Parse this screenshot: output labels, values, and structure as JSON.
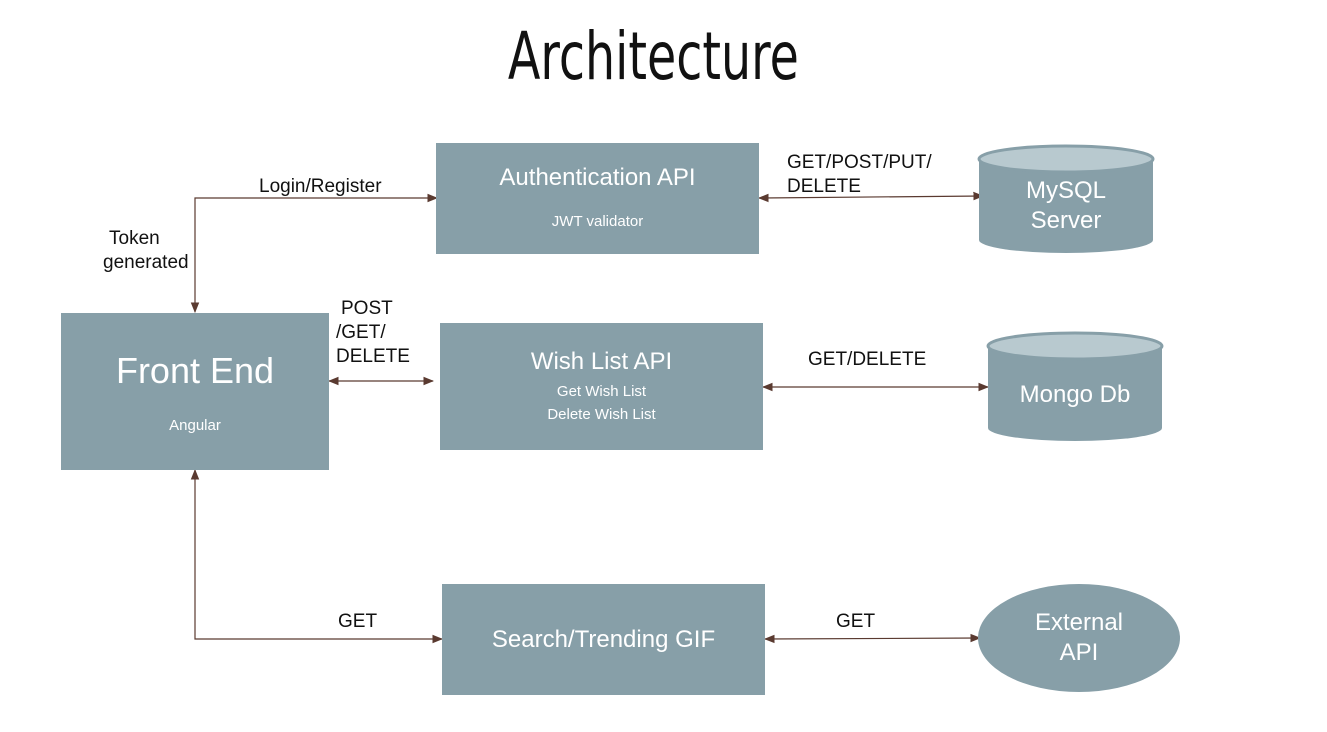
{
  "title": "Architecture",
  "nodes": {
    "frontend": {
      "label": "Front End",
      "sub": "Angular"
    },
    "auth": {
      "label": "Authentication API",
      "sub": "JWT validator"
    },
    "wish": {
      "label": "Wish List API",
      "sub1": "Get Wish List",
      "sub2": "Delete Wish List"
    },
    "search": {
      "label": "Search/Trending GIF"
    },
    "mysql": {
      "line1": "MySQL",
      "line2": "Server"
    },
    "mongo": {
      "label": "Mongo Db"
    },
    "external": {
      "line1": "External",
      "line2": "API"
    }
  },
  "edges": {
    "login": "Login/Register",
    "token1": "Token",
    "token2": "generated",
    "fe_wish1": "POST",
    "fe_wish2": "/GET/",
    "fe_wish3": "DELETE",
    "auth_mysql1": "GET/POST/PUT/",
    "auth_mysql2": "DELETE",
    "wish_mongo": "GET/DELETE",
    "fe_search": "GET",
    "search_ext": "GET"
  },
  "colors": {
    "box": "#879fa8",
    "db_top": "#b8c9cf",
    "arrow": "#5a3a30"
  }
}
